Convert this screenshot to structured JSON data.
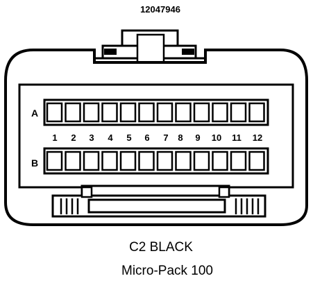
{
  "part_number": "12047946",
  "row_labels": [
    "A",
    "B"
  ],
  "pin_numbers": [
    "1",
    "2",
    "3",
    "4",
    "5",
    "6",
    "7",
    "8",
    "9",
    "10",
    "11",
    "12"
  ],
  "connector_name": "C2 BLACK",
  "connector_series": "Micro-Pack 100",
  "colors": {
    "ink": "#000000",
    "paper": "#ffffff"
  }
}
